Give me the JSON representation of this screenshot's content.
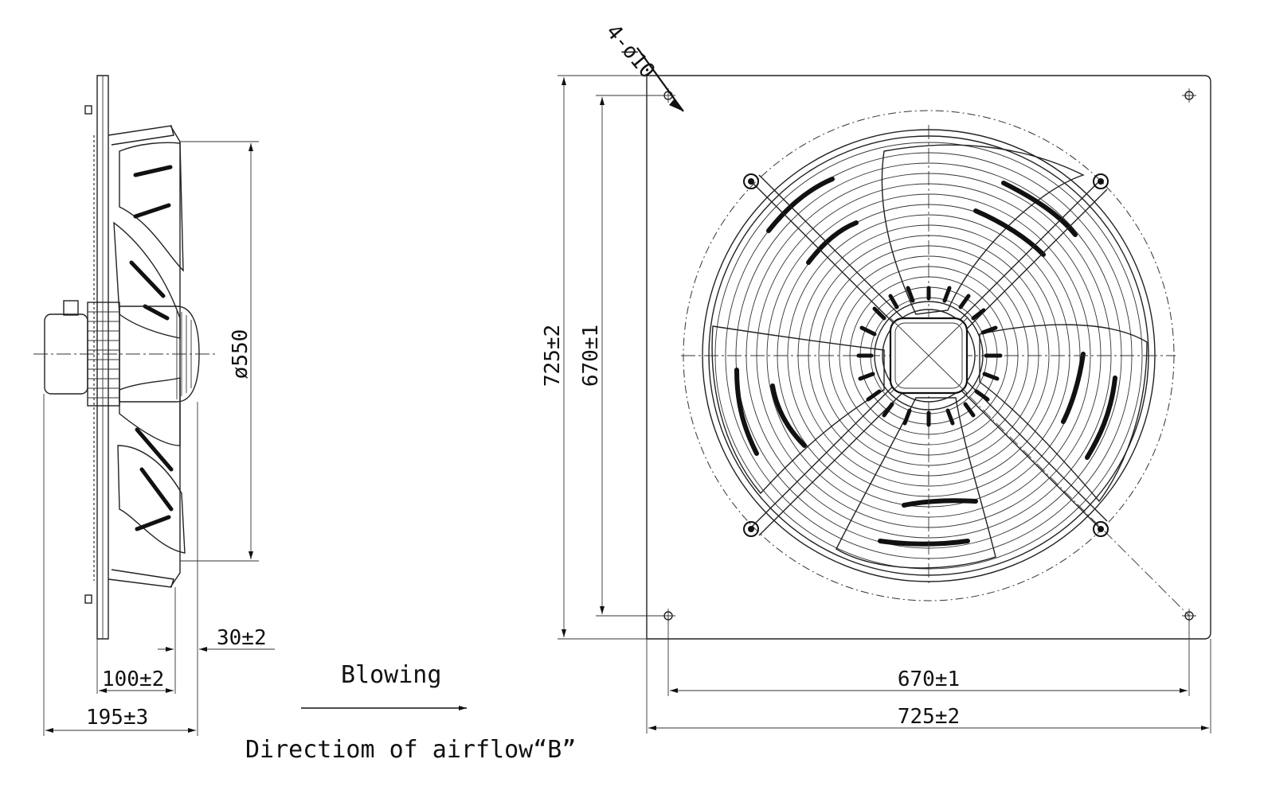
{
  "side_view": {
    "diameter_label": "ø550",
    "depth_small_label": "30±2",
    "depth_mid_label": "100±2",
    "depth_total_label": "195±3"
  },
  "front_view": {
    "hole_label": "4-ø10",
    "outer_height_label": "725±2",
    "inner_height_label": "670±1",
    "inner_width_label": "670±1",
    "outer_width_label": "725±2"
  },
  "airflow": {
    "blowing_label": "Blowing",
    "direction_label": "Directiom of airflow“B”"
  }
}
